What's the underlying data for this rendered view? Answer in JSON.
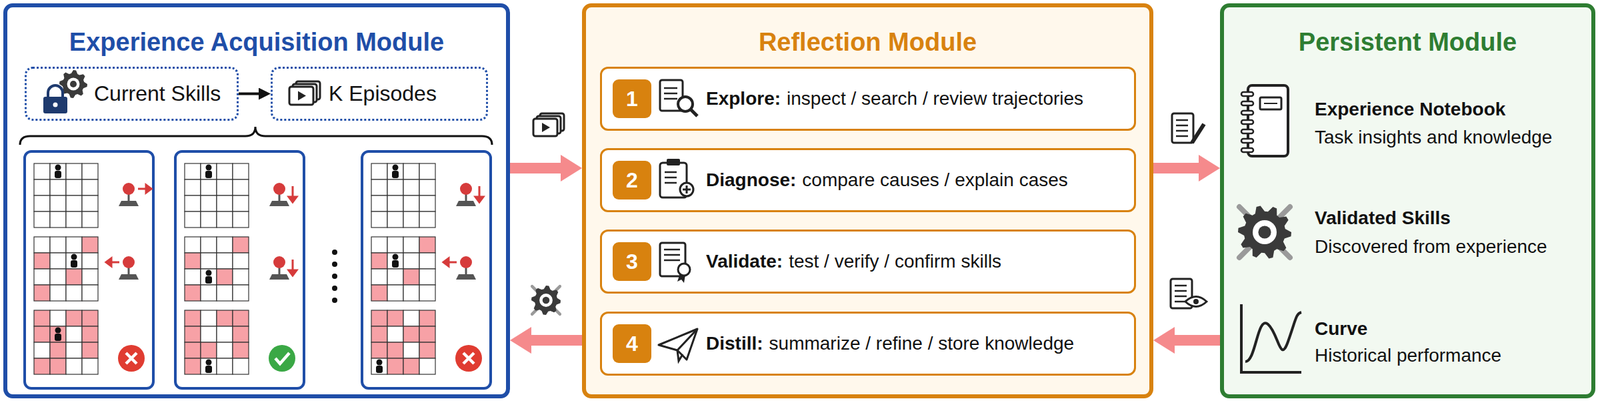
{
  "diagram": {
    "nodes": [
      {
        "text": [
          "Experience Acquisition Module"
        ]
      },
      {
        "text": [
          "Current Skills"
        ],
        "in": 0
      },
      {
        "text": [
          "K Episodes"
        ],
        "in": 0
      },
      {
        "text": [
          "Reflection Module"
        ]
      },
      {
        "text": [
          "1",
          "Explore:",
          "inspect / search / review trajectories"
        ],
        "in": 3
      },
      {
        "text": [
          "2",
          "Diagnose:",
          "compare causes / explain cases"
        ],
        "in": 3
      },
      {
        "text": [
          "3",
          "Validate:",
          "test / verify / confirm skills"
        ],
        "in": 3
      },
      {
        "text": [
          "4",
          "Distill:",
          "summarize / refine / store knowledge"
        ],
        "in": 3
      },
      {
        "text": [
          "Persistent Module"
        ]
      }
    ],
    "edges": [
      {
        "from": 1,
        "to": 2,
        "arrow": "to"
      },
      {
        "from": 0,
        "to": 3,
        "arrow": "to"
      },
      {
        "from": 3,
        "to": 0,
        "arrow": "to"
      },
      {
        "from": 3,
        "to": 8,
        "arrow": "to"
      },
      {
        "from": 8,
        "to": 3,
        "arrow": "to"
      }
    ],
    "labels": [
      "Experience Notebook",
      "Task insights and knowledge",
      "Validated Skills",
      "Discovered from experience",
      "Curve",
      "Historical performance"
    ]
  }
}
